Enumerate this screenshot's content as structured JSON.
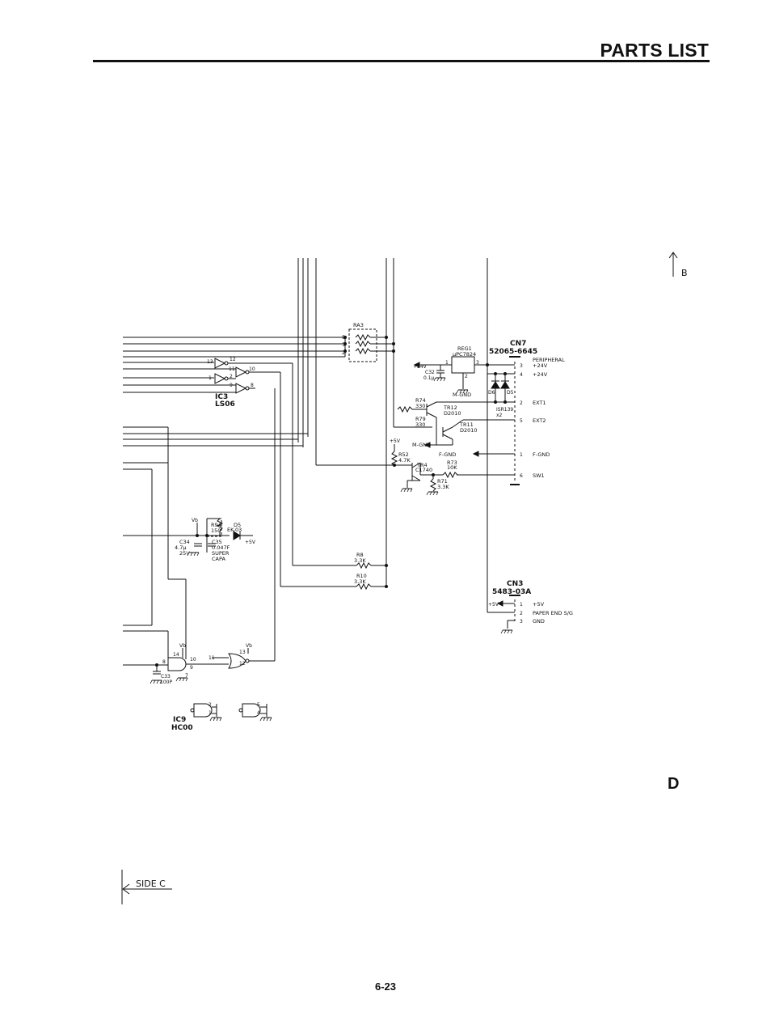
{
  "header": {
    "title": "PARTS LIST"
  },
  "page": {
    "number": "6-23",
    "corner_letter": "D"
  },
  "arrows": {
    "top": "B",
    "side": "SIDE C"
  },
  "components": {
    "ra3": {
      "ref": "RA3",
      "pins": [
        "5",
        "3",
        "2"
      ]
    },
    "ic3": {
      "ref": "IC3",
      "type": "LS06",
      "pins": [
        "13",
        "12",
        "11",
        "10",
        "1",
        "2",
        "9",
        "8"
      ]
    },
    "reg1": {
      "ref": "REG1",
      "type": "μPC7824",
      "pins": [
        "1",
        "2",
        "3"
      ],
      "gnd": "M-GND"
    },
    "c32": {
      "ref": "C32",
      "value": "0.1μ"
    },
    "r74": {
      "ref": "R74",
      "value": "330"
    },
    "r79": {
      "ref": "R79",
      "value": "330"
    },
    "tr12": {
      "ref": "TR12",
      "type": "D2010"
    },
    "tr11": {
      "ref": "TR11",
      "type": "D2010"
    },
    "d6": {
      "ref": "D6"
    },
    "d5": {
      "ref": "D5"
    },
    "d_pair": {
      "ref": "ISR139",
      "note": "x2"
    },
    "r52": {
      "ref": "R52",
      "value": "4.7K"
    },
    "tr4": {
      "ref": "TR4",
      "type": "C1740"
    },
    "r73": {
      "ref": "R73",
      "value": "10K"
    },
    "r71": {
      "ref": "R71",
      "value": "3.3K"
    },
    "r94": {
      "ref": "R94",
      "value": "150"
    },
    "d_ex": {
      "ref": "D5",
      "type": "EK-03"
    },
    "c34": {
      "ref": "C34",
      "value": "4.7μ",
      "voltage": "25V"
    },
    "c35": {
      "ref": "C35",
      "value": "0.047F",
      "type": "SUPER",
      "type2": "CAPA"
    },
    "r8": {
      "ref": "R8",
      "value": "3.3K"
    },
    "r10": {
      "ref": "R10",
      "value": "3.3K"
    },
    "c33": {
      "ref": "C33",
      "value": "100P"
    },
    "ic9": {
      "ref": "IC9",
      "type": "HC00",
      "gate1_pins": [
        "14",
        "10",
        "9",
        "7",
        "8"
      ],
      "gate2_pins": [
        "11",
        "13",
        "12"
      ],
      "gate3_pins": [
        "2",
        "1"
      ],
      "gate4_pins": [
        "5",
        "4"
      ]
    }
  },
  "supplies": {
    "p24v": "+24V",
    "p5v": "+5V",
    "vb": "Vb",
    "m_gnd": "M-GND",
    "f_gnd": "F-GND",
    "gnd": "GND"
  },
  "connectors": {
    "cn7": {
      "ref": "CN7",
      "part": "52065-6645",
      "pins": [
        {
          "num": "",
          "label": "PERIPHERAL"
        },
        {
          "num": "3",
          "label": "+24V"
        },
        {
          "num": "4",
          "label": "+24V"
        },
        {
          "num": "2",
          "label": "EXT1"
        },
        {
          "num": "5",
          "label": "EXT2"
        },
        {
          "num": "1",
          "label": "F-GND"
        },
        {
          "num": "6",
          "label": "SW1"
        }
      ]
    },
    "cn3": {
      "ref": "CN3",
      "part": "5483-03A",
      "pins": [
        {
          "num": "1",
          "label": "+5V"
        },
        {
          "num": "2",
          "label": "PAPER END S/G"
        },
        {
          "num": "3",
          "label": "GND"
        }
      ]
    }
  }
}
